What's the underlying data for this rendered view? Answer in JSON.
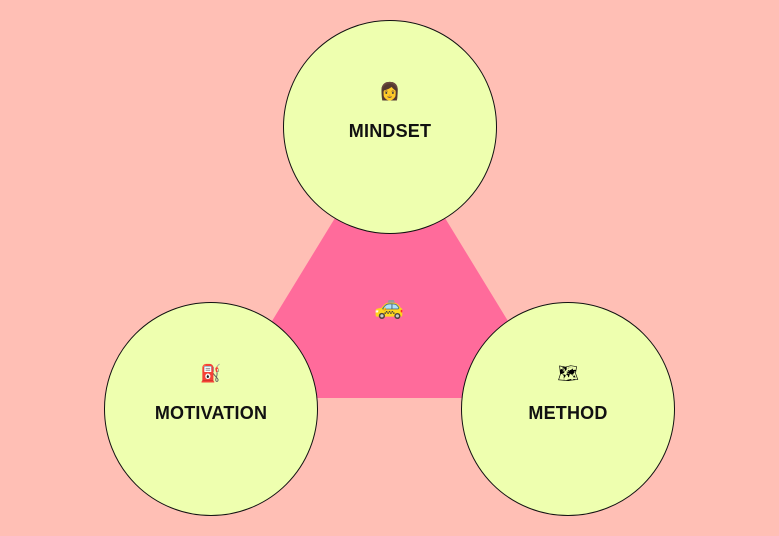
{
  "colors": {
    "background": "#ffbfb5",
    "triangle": "#ff6b9b",
    "circle_fill": "#eeffaf",
    "circle_border": "#111111"
  },
  "center": {
    "icon": "taxi-car-icon",
    "glyph": "🚕"
  },
  "nodes": {
    "mindset": {
      "label": "MINDSET",
      "icon": "person-icon",
      "glyph": "👩"
    },
    "motivation": {
      "label": "MOTIVATION",
      "icon": "fuel-pump-icon",
      "glyph": "⛽"
    },
    "method": {
      "label": "METHOD",
      "icon": "map-icon",
      "glyph": "🗺"
    }
  }
}
